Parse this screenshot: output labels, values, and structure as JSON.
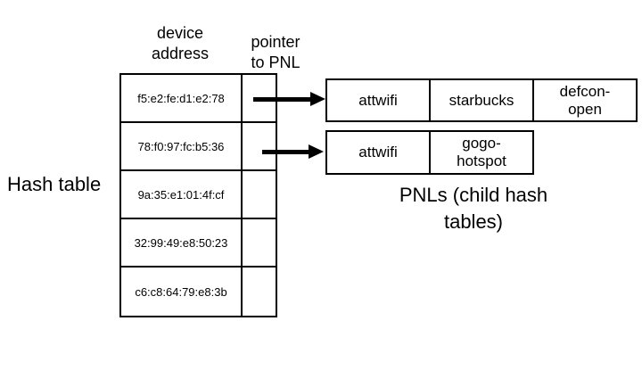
{
  "diagram": {
    "hash_table_label": "Hash table",
    "pnl_label": "PNLs (child hash\ntables)",
    "headers": {
      "device_address": "device\naddress",
      "pointer_to_pnl": "pointer\nto PNL"
    },
    "hash_table": {
      "rows": [
        {
          "address": "f5:e2:fe:d1:e2:78",
          "has_pointer_arrow": true
        },
        {
          "address": "78:f0:97:fc:b5:36",
          "has_pointer_arrow": true
        },
        {
          "address": "9a:35:e1:01:4f:cf",
          "has_pointer_arrow": false
        },
        {
          "address": "32:99:49:e8:50:23",
          "has_pointer_arrow": false
        },
        {
          "address": "c6:c8:64:79:e8:3b",
          "has_pointer_arrow": false
        }
      ]
    },
    "pnls": [
      {
        "networks": [
          "attwifi",
          "starbucks",
          "defcon-\nopen"
        ]
      },
      {
        "networks": [
          "attwifi",
          "gogo-\nhotspot"
        ]
      }
    ],
    "colors": {
      "background": "#ffffff",
      "line": "#000000",
      "text": "#000000"
    }
  }
}
